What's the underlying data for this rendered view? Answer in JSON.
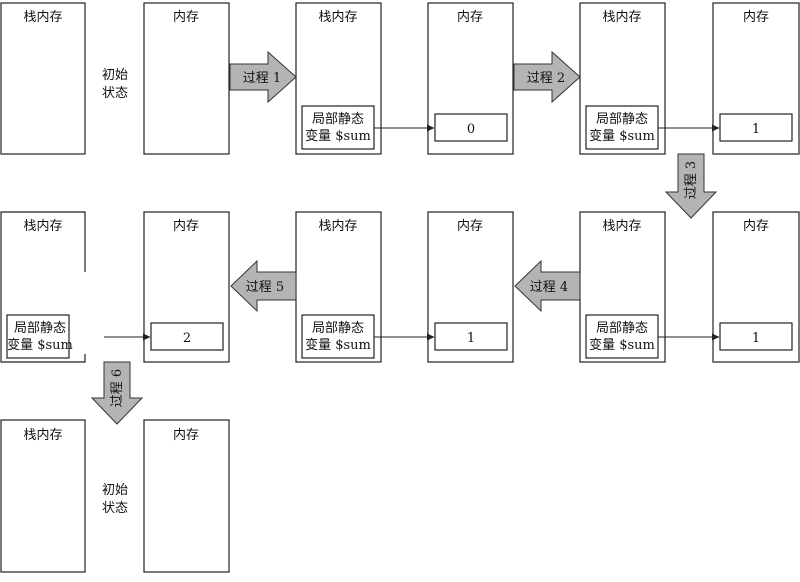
{
  "labels": {
    "stack": "栈内存",
    "memory": "内存",
    "initial_line1": "初始",
    "initial_line2": "状态",
    "var_line1": "局部静态",
    "var_line2": "变量 $sum"
  },
  "processes": [
    "过程 1",
    "过程 2",
    "过程 3",
    "过程 4",
    "过程 5",
    "过程 6"
  ],
  "values": {
    "row1_step1": "0",
    "row1_step2": "1",
    "row2_step3": "1",
    "row2_step4": "1",
    "row2_step5": "2"
  },
  "colors": {
    "arrow_fill": "#b4b4b4",
    "stroke": "#222222"
  }
}
